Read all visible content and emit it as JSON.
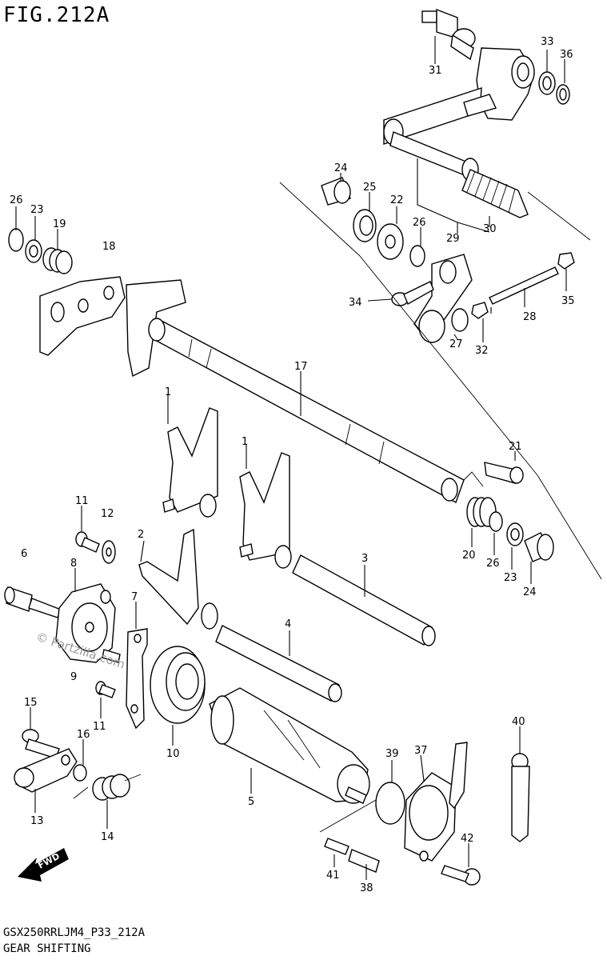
{
  "figure_title": "FIG.212A",
  "footer": {
    "code": "GSX250RRLJM4_P33_212A",
    "description": "GEAR SHIFTING"
  },
  "watermark": "© Partzilla.com",
  "fwd_label": "FWD",
  "callouts": [
    "31",
    "33",
    "36",
    "24",
    "25",
    "22",
    "26",
    "29",
    "30",
    "26",
    "23",
    "19",
    "18",
    "34",
    "28",
    "35",
    "32",
    "27",
    "17",
    "21",
    "1",
    "1",
    "11",
    "12",
    "2",
    "3",
    "20",
    "26",
    "23",
    "24",
    "6",
    "8",
    "7",
    "4",
    "9",
    "15",
    "11",
    "10",
    "16",
    "5",
    "39",
    "37",
    "40",
    "13",
    "14",
    "42",
    "41",
    "38"
  ]
}
